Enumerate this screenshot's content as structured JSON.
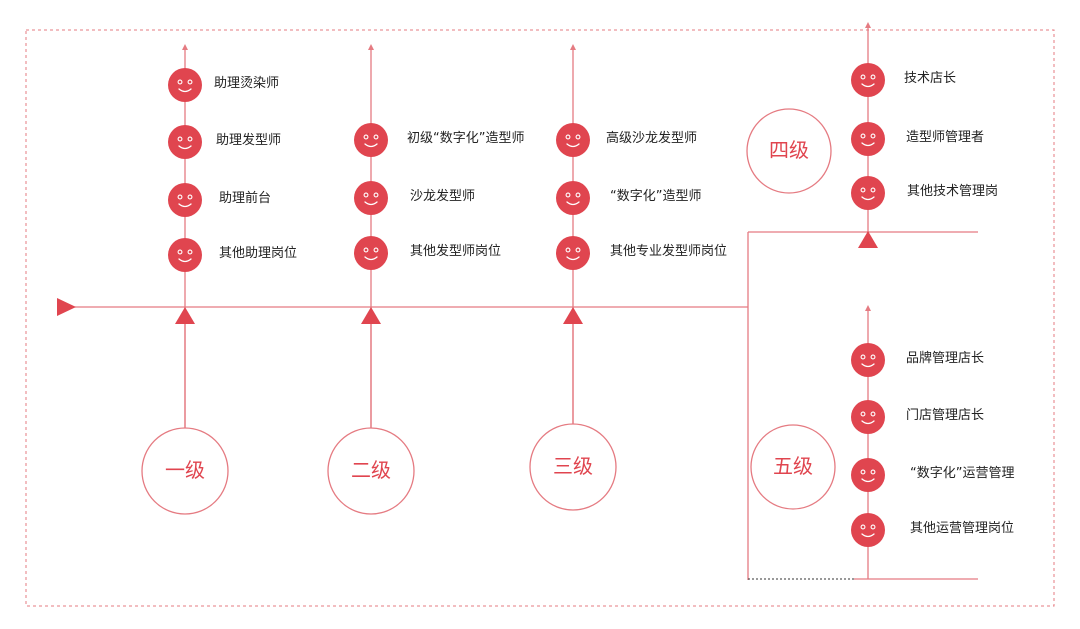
{
  "accent_color": "#e0454f",
  "face_color": "#e0454f",
  "line_color": "#e57b82",
  "icons": {
    "role": "smiley-face-icon",
    "arrow": "triangle-arrow-icon"
  },
  "levels": [
    {
      "id": "1",
      "label": "一级",
      "roles": [
        "助理烫染师",
        "助理发型师",
        "助理前台",
        "其他助理岗位"
      ]
    },
    {
      "id": "2",
      "label": "二级",
      "roles": [
        "初级“数字化”造型师",
        "沙龙发型师",
        "其他发型师岗位"
      ]
    },
    {
      "id": "3",
      "label": "三级",
      "roles": [
        "高级沙龙发型师",
        "“数字化”造型师",
        "其他专业发型师岗位"
      ]
    },
    {
      "id": "4",
      "label": "四级",
      "roles": [
        "技术店长",
        "造型师管理者",
        "其他技术管理岗"
      ]
    },
    {
      "id": "5",
      "label": "五级",
      "roles": [
        "品牌管理店长",
        "门店管理店长",
        "“数字化”运营管理",
        "其他运营管理岗位"
      ]
    }
  ]
}
